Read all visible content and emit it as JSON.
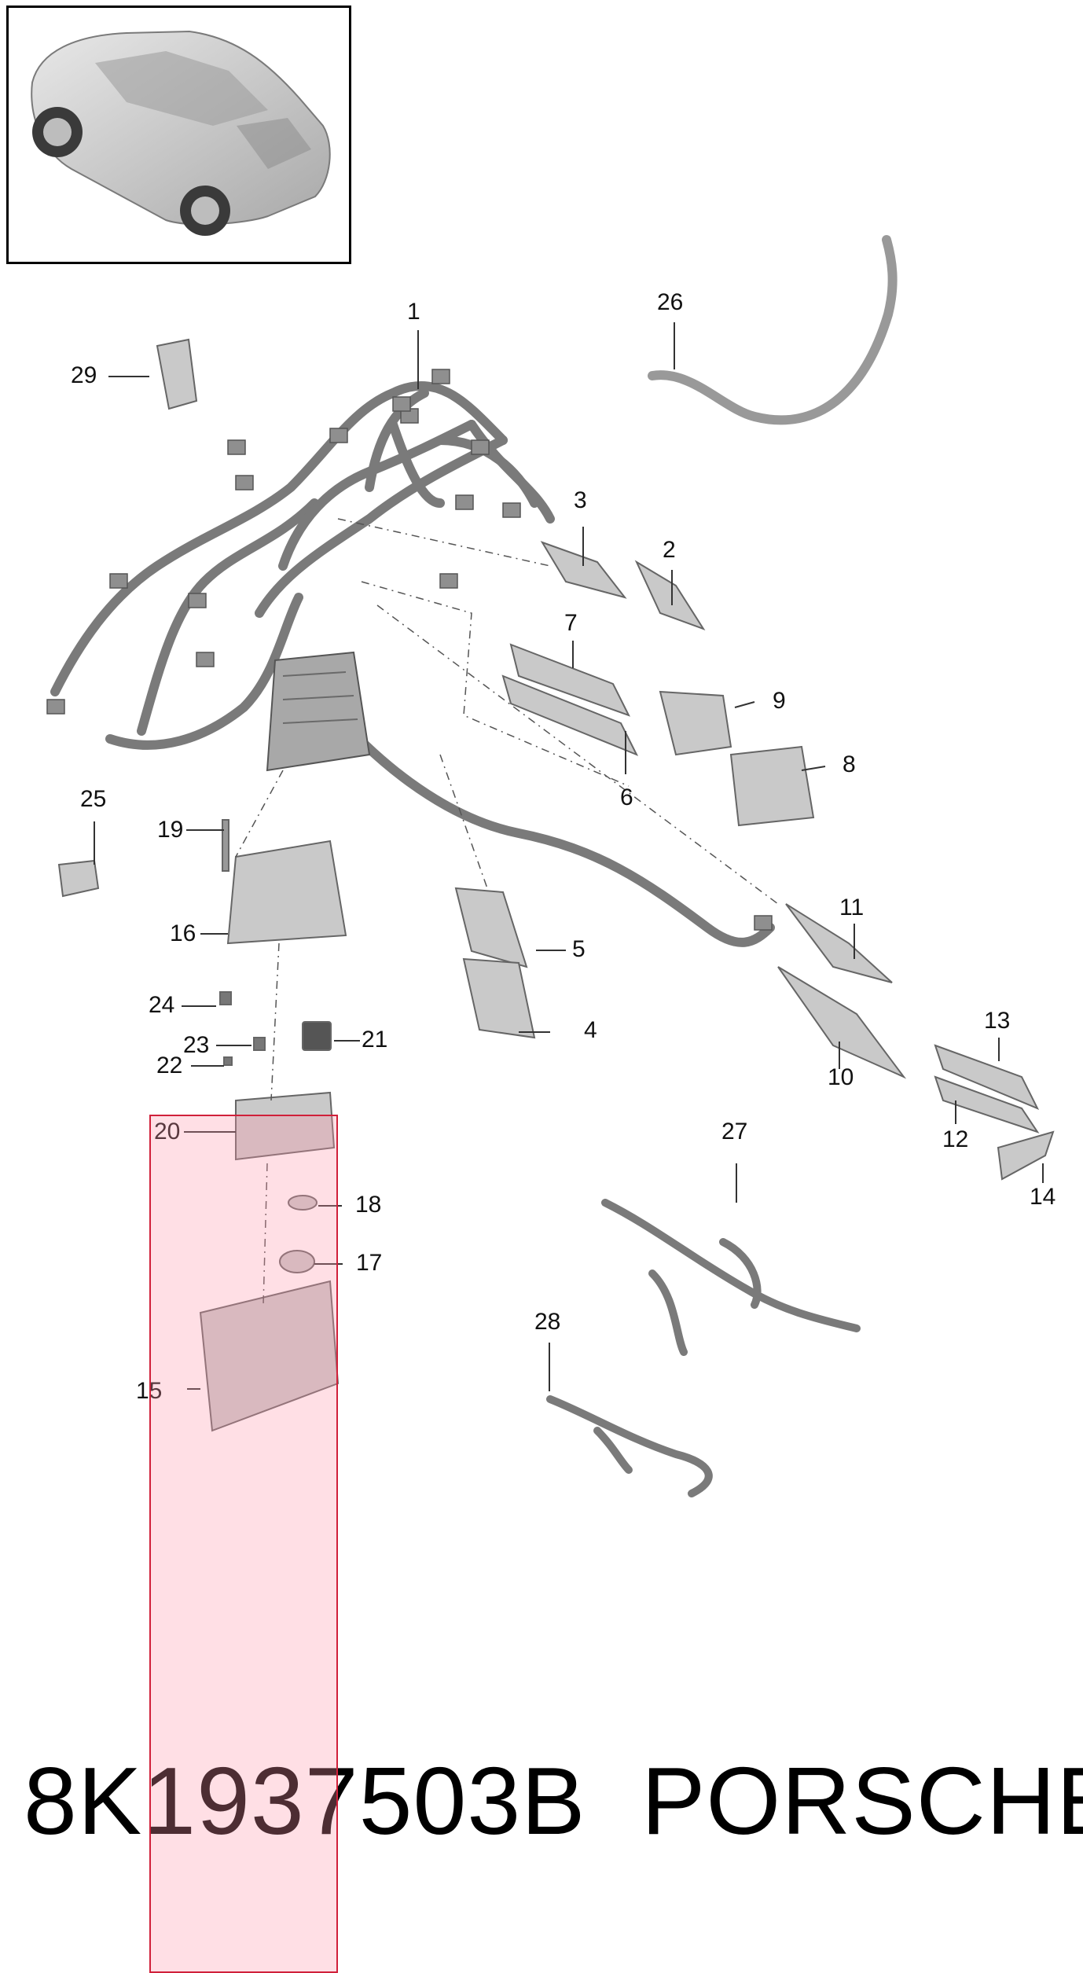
{
  "callouts": [
    "1",
    "2",
    "3",
    "4",
    "5",
    "6",
    "7",
    "8",
    "9",
    "10",
    "11",
    "12",
    "13",
    "14",
    "15",
    "16",
    "17",
    "18",
    "19",
    "20",
    "21",
    "22",
    "23",
    "24",
    "25",
    "26",
    "27",
    "28",
    "29"
  ],
  "caption": {
    "part_number": "8K1937503B",
    "brand": "PORSCHE"
  },
  "icons": {
    "vehicle": "suv-vehicle-icon"
  },
  "colors": {
    "parts_fill": "#c9c9c9",
    "parts_stroke": "#6e6e6e",
    "highlight_fill": "#ffd6de",
    "highlight_border": "#d0203a"
  }
}
